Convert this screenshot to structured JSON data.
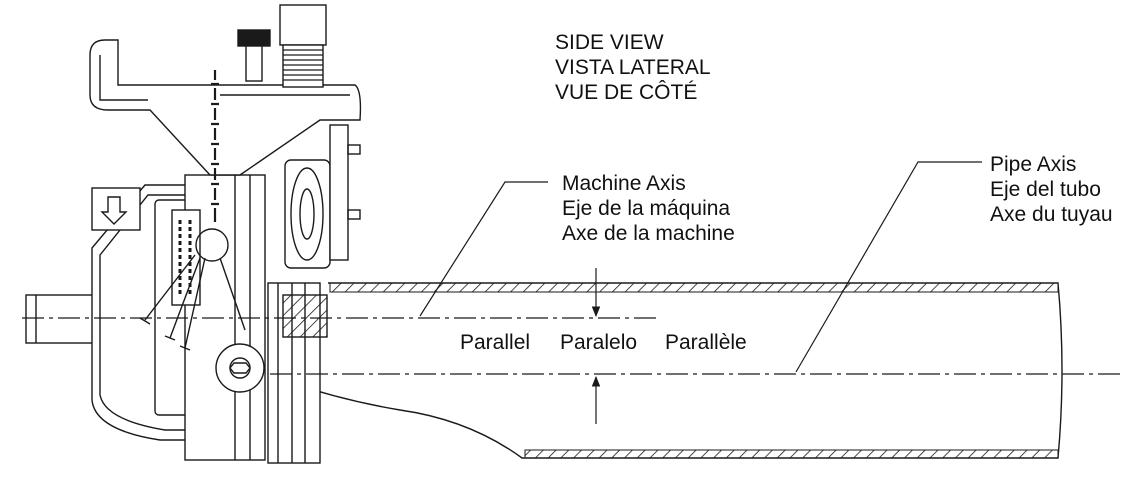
{
  "side_view": {
    "en": "SIDE VIEW",
    "es": "VISTA LATERAL",
    "fr": "VUE DE CÔTÉ"
  },
  "machine_axis": {
    "en": "Machine Axis",
    "es": "Eje de la máquina",
    "fr": "Axe de la machine"
  },
  "pipe_axis": {
    "en": "Pipe Axis",
    "es": "Eje del tubo",
    "fr": "Axe du tuyau"
  },
  "parallel": {
    "en": "Parallel",
    "es": "Paralelo",
    "fr": "Parallèle"
  },
  "colors": {
    "line": "#1a1a1a",
    "fill": "#ffffff",
    "shade": "#eeeeee"
  }
}
